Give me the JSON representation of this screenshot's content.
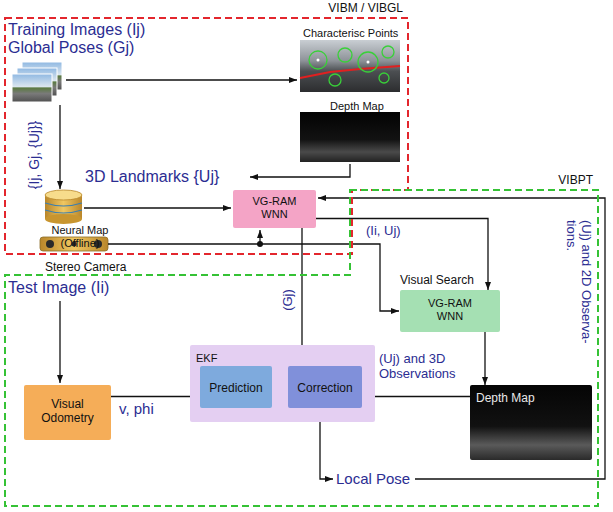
{
  "diagram": {
    "nodes": [
      {
        "text": [
          "VIBM / VIBGL"
        ]
      },
      {
        "text": [
          "VG-RAM WNN"
        ],
        "in": 0
      },
      {
        "text": [
          "VIBPT"
        ]
      },
      {
        "text": [
          "Visual Search",
          "VG-RAM WNN"
        ],
        "in": 2
      },
      {
        "text": [
          "Visual Odometry"
        ],
        "in": 2
      },
      {
        "text": [
          "EKF"
        ],
        "in": 2
      },
      {
        "text": [
          "Prediction"
        ],
        "in": 5
      },
      {
        "text": [
          "Correction"
        ],
        "in": 5
      },
      {
        "text": [
          "Depth Map"
        ],
        "in": 2
      }
    ],
    "edges": [
      {
        "from": 1,
        "to": 3,
        "label": "(Ii, Uj)",
        "arrow": "to"
      },
      {
        "from": 1,
        "to": 7,
        "label": "(Gj)",
        "arrow": "to"
      },
      {
        "from": 3,
        "to": 8,
        "arrow": "to"
      },
      {
        "from": 8,
        "to": 7,
        "label": "(Uj) and 3D Observations",
        "arrow": "to"
      },
      {
        "from": 4,
        "to": 6,
        "label": "v, phi",
        "arrow": "to"
      }
    ],
    "labels": [
      "Training Images (Ij)",
      "Global Poses (Gj)",
      "Characterisc Points",
      "Depth Map",
      "{Ij, Gj, {Uj}}",
      "3D Landmarks {Uj}",
      "Neural Map (Offline)",
      "Stereo Camera",
      "Test Image (Ii)",
      "(Uj) and 2D Observa- tions.",
      "Local Pose"
    ]
  }
}
